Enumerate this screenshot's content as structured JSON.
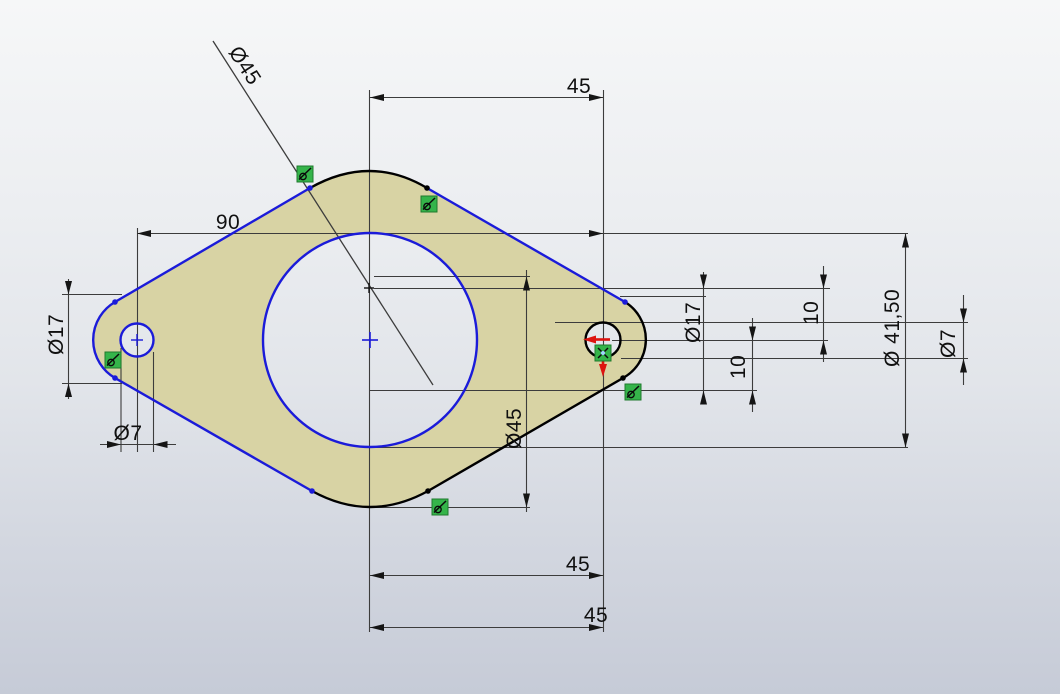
{
  "viewport": {
    "type": "cad-sketch-canvas",
    "background_top": "#f6f7f8",
    "background_bottom": "#c6cbd7"
  },
  "colors": {
    "profile_fully_defined": "#000000",
    "profile_under_defined": "#1b1bd9",
    "sketch_fill": "#d8d3a4",
    "dimension_lines": "#3c3c3c",
    "dimension_text": "#101010",
    "constraint_green": "#35b44a",
    "origin_red": "#dd1410"
  },
  "dimensions": {
    "leader_diameter": {
      "label": "Ø45"
    },
    "top_center_to_hole": {
      "label": "45"
    },
    "hole_spacing": {
      "label": "90"
    },
    "left_boss_diameter": {
      "label": "Ø17"
    },
    "left_hole_diameter": {
      "label": "Ø7"
    },
    "center_circle_diameter": {
      "label": "Ø45"
    },
    "right_boss_diameter": {
      "label": "Ø17"
    },
    "offset_lower": {
      "label": "10"
    },
    "offset_upper": {
      "label": "10"
    },
    "bore_diameter": {
      "label": "Ø 41,50"
    },
    "right_hole_diameter": {
      "label": "Ø7"
    },
    "bottom_center_to_hole": {
      "label": "45"
    },
    "bottom_center_to_hole_2": {
      "label": "45"
    }
  },
  "constraints": {
    "tangent_icons": 5,
    "coincident_icons": 1
  }
}
